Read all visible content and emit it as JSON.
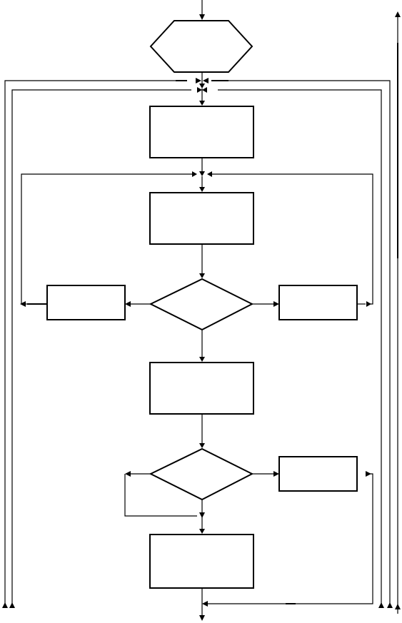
{
  "diagram": {
    "type": "flowchart",
    "nodes": [
      {
        "id": "start",
        "shape": "hexagon",
        "text": ""
      },
      {
        "id": "process-1",
        "shape": "rectangle",
        "text": ""
      },
      {
        "id": "process-2",
        "shape": "rectangle",
        "text": ""
      },
      {
        "id": "decision-1",
        "shape": "diamond",
        "text": ""
      },
      {
        "id": "side-left-1",
        "shape": "rectangle",
        "text": ""
      },
      {
        "id": "side-right-1",
        "shape": "rectangle",
        "text": ""
      },
      {
        "id": "process-3",
        "shape": "rectangle",
        "text": ""
      },
      {
        "id": "decision-2",
        "shape": "diamond",
        "text": ""
      },
      {
        "id": "side-right-2",
        "shape": "rectangle",
        "text": ""
      },
      {
        "id": "process-4",
        "shape": "rectangle",
        "text": ""
      }
    ],
    "edges": [
      {
        "from": "entry",
        "to": "start"
      },
      {
        "from": "start",
        "to": "process-1"
      },
      {
        "from": "process-1",
        "to": "process-2"
      },
      {
        "from": "process-2",
        "to": "decision-1"
      },
      {
        "from": "decision-1",
        "to": "side-left-1"
      },
      {
        "from": "decision-1",
        "to": "side-right-1"
      },
      {
        "from": "decision-1",
        "to": "process-3"
      },
      {
        "from": "side-right-1",
        "to": "process-2"
      },
      {
        "from": "process-3",
        "to": "decision-2"
      },
      {
        "from": "decision-2",
        "to": "side-right-2"
      },
      {
        "from": "decision-2",
        "to": "process-4"
      },
      {
        "from": "side-right-2",
        "to": "exit"
      },
      {
        "from": "process-4",
        "to": "exit"
      }
    ]
  }
}
